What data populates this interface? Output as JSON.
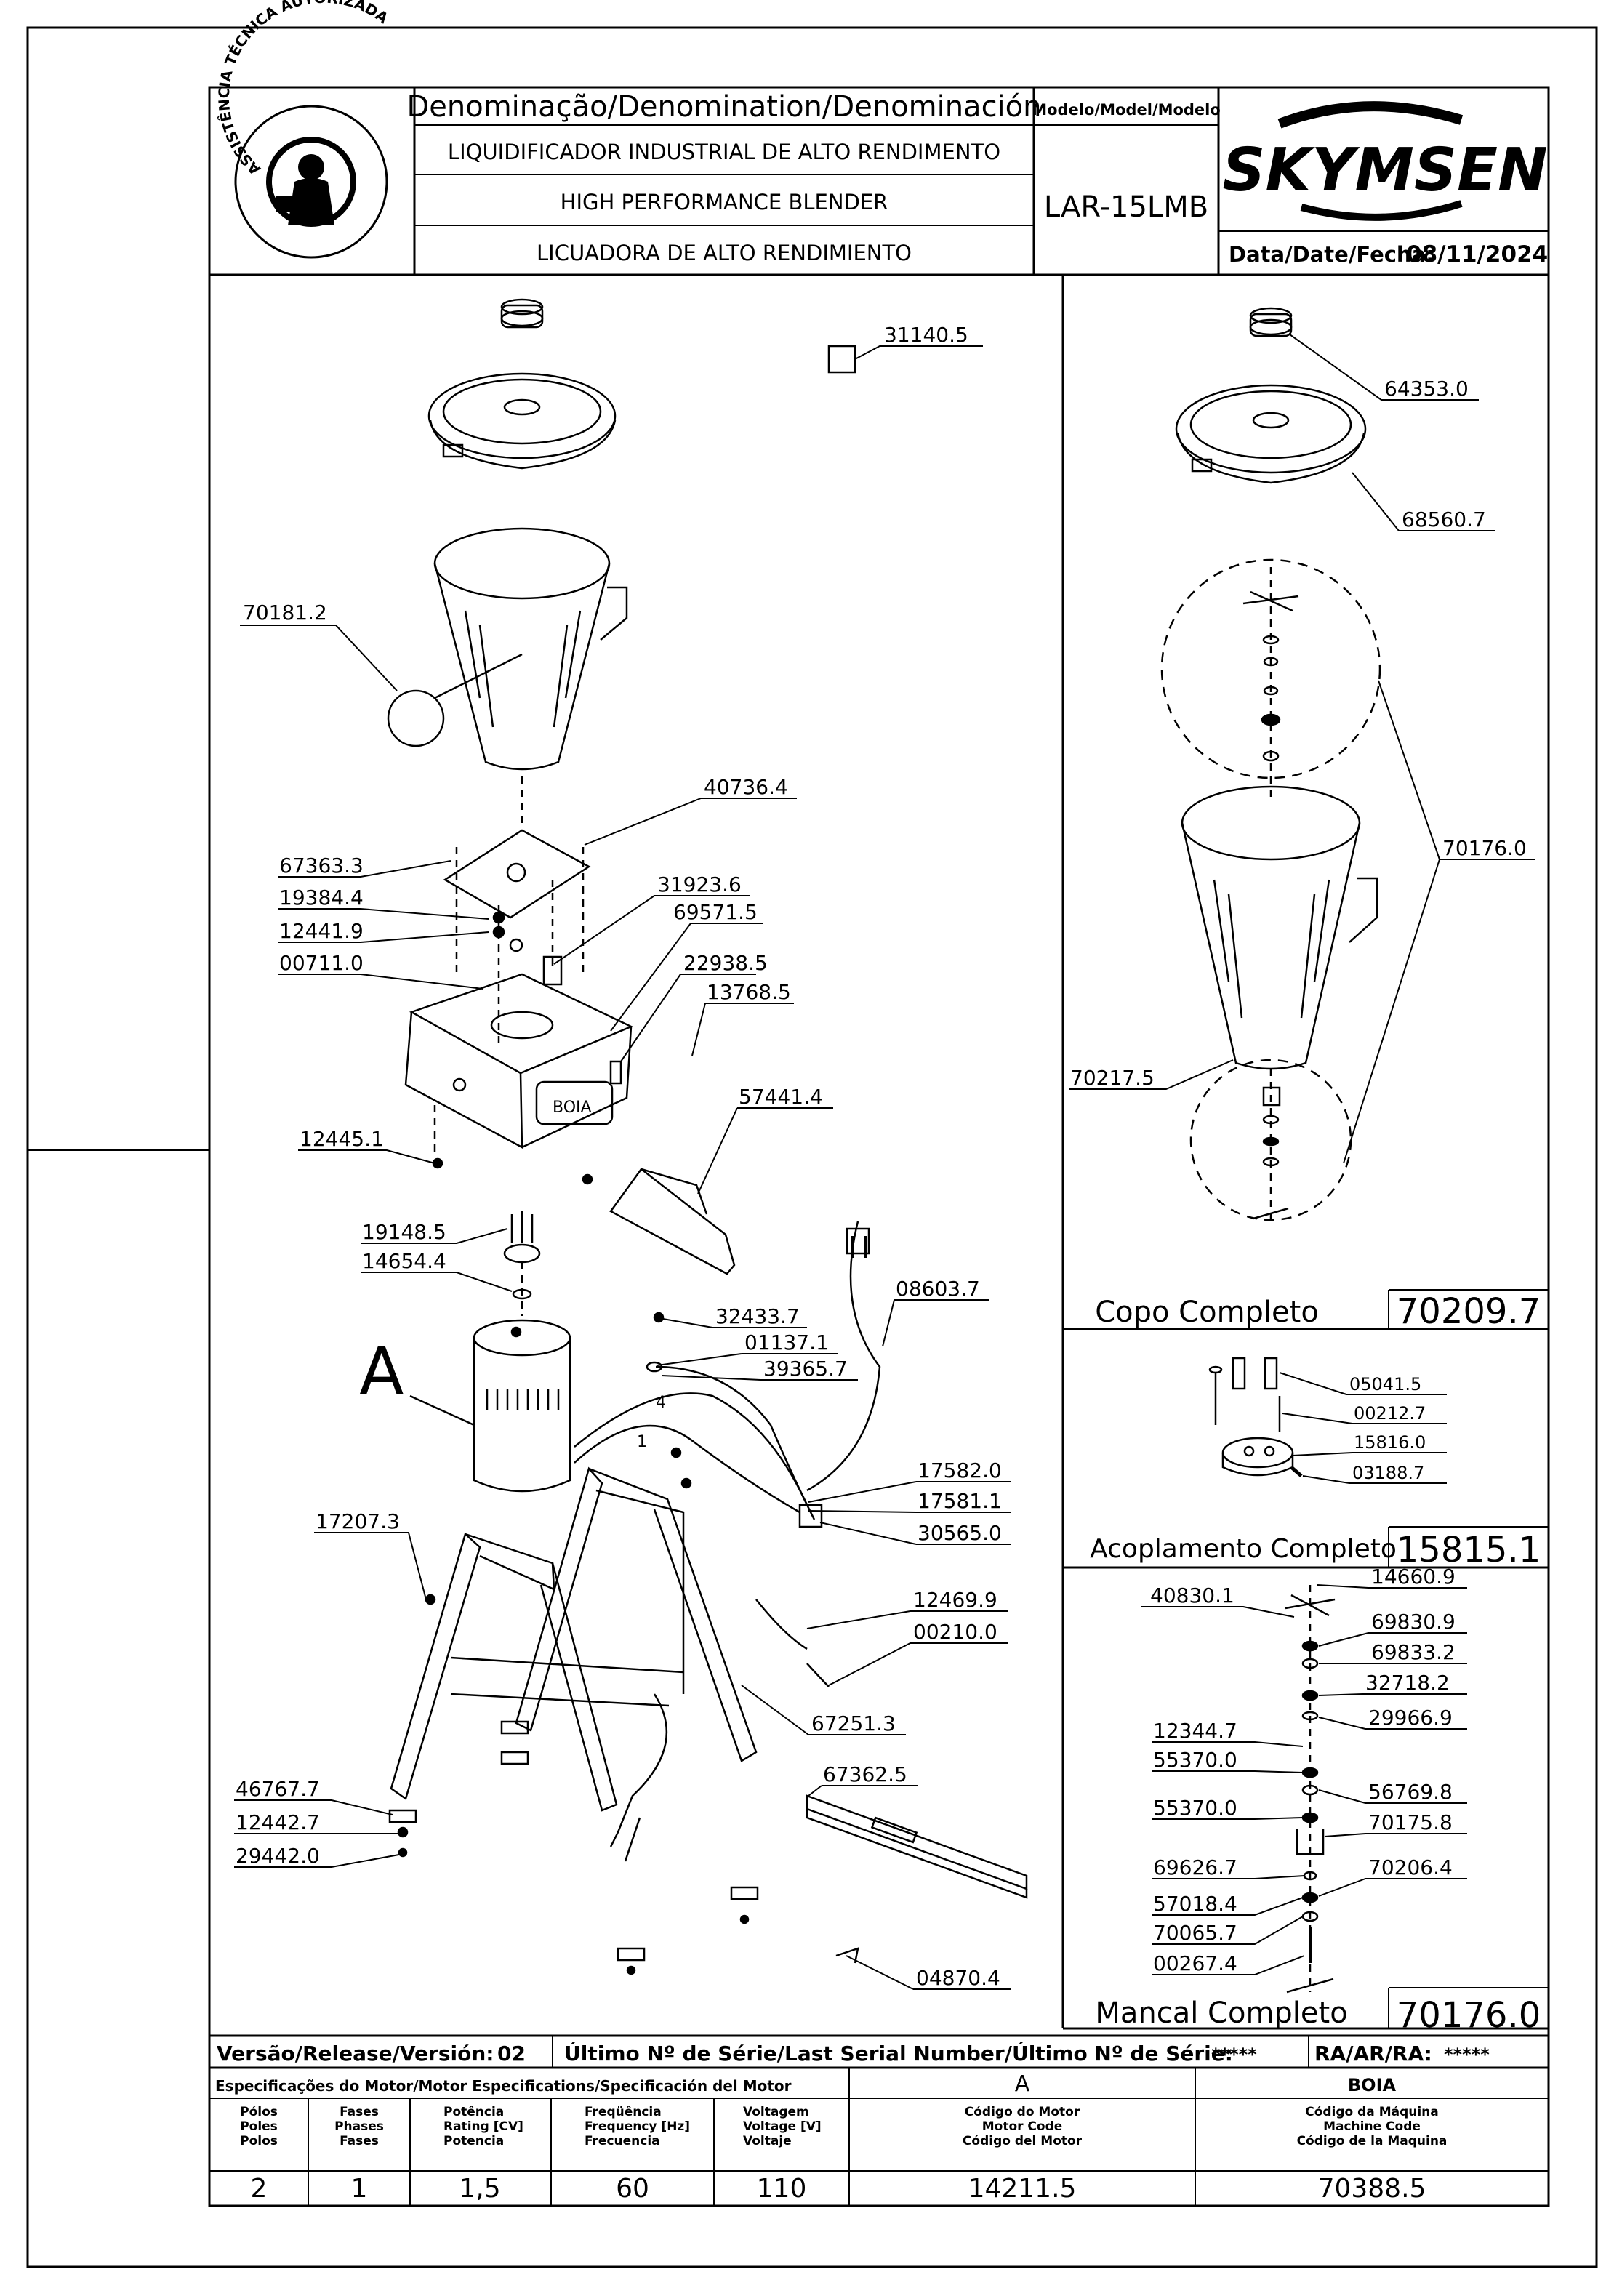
{
  "header": {
    "denomination_label": "Denominação/Denomination/Denominación",
    "name_pt": "LIQUIDIFICADOR INDUSTRIAL DE ALTO RENDIMENTO",
    "name_en": "HIGH PERFORMANCE BLENDER",
    "name_es": "LICUADORA DE ALTO RENDIMIENTO",
    "model_label": "Modelo/Model/Modelo",
    "model_value": "LAR-15LMB",
    "brand": "SKYMSEN",
    "date_label": "Data/Date/Fecha:",
    "date_value": "08/11/2024",
    "seal_text": "ASSISTÊNCIA TÉCNICA AUTORIZADA"
  },
  "parts": {
    "p31140": "31140.5",
    "p70181": "70181.2",
    "p40736": "40736.4",
    "p67363": "67363.3",
    "p19384": "19384.4",
    "p12441": "12441.9",
    "p00711": "00711.0",
    "p31923": "31923.6",
    "p69571": "69571.5",
    "p22938": "22938.5",
    "p13768": "13768.5",
    "p12445": "12445.1",
    "p57441": "57441.4",
    "p19148": "19148.5",
    "p14654": "14654.4",
    "labelA": "A",
    "p08603": "08603.7",
    "p32433": "32433.7",
    "p01137": "01137.1",
    "p39365": "39365.7",
    "p17582": "17582.0",
    "p17581": "17581.1",
    "p30565": "30565.0",
    "p17207": "17207.3",
    "p12469": "12469.9",
    "p00210": "00210.0",
    "p67251": "67251.3",
    "p67362": "67362.5",
    "p46767": "46767.7",
    "p12442": "12442.7",
    "p29442": "29442.0",
    "p04870": "04870.4",
    "label4": "4",
    "label1": "1",
    "badge": "BOIA"
  },
  "copo": {
    "p64353": "64353.0",
    "p68560": "68560.7",
    "p70176": "70176.0",
    "p70217": "70217.5",
    "title": "Copo Completo",
    "code": "70209.7"
  },
  "acoplamento": {
    "p05041": "05041.5",
    "p00212": "00212.7",
    "p15816": "15816.0",
    "p03188": "03188.7",
    "title": "Acoplamento Completo",
    "code": "15815.1"
  },
  "mancal": {
    "p40830": "40830.1",
    "p14660": "14660.9",
    "p69830": "69830.9",
    "p69833": "69833.2",
    "p32718": "32718.2",
    "p29966": "29966.9",
    "p12344": "12344.7",
    "p55370a": "55370.0",
    "p56769": "56769.8",
    "p55370b": "55370.0",
    "p70175": "70175.8",
    "p69626": "69626.7",
    "p70206": "70206.4",
    "p57018": "57018.4",
    "p70065": "70065.7",
    "p00267": "00267.4",
    "title": "Mancal Completo",
    "code": "70176.0"
  },
  "footer": {
    "release_label": "Versão/Release/Versión:",
    "release_value": "02",
    "serial_label": "Último Nº de Série/Last Serial Number/Último Nº de Série:",
    "serial_value": "*****",
    "ra_label": "RA/AR/RA:",
    "ra_value": "*****",
    "motor_spec_label": "Especificações do Motor/Motor Especifications/Specificación del Motor",
    "col_a": "A",
    "col_boia": "BOIA",
    "h_poles": [
      "Pólos",
      "Poles",
      "Polos"
    ],
    "h_phases": [
      "Fases",
      "Phases",
      "Fases"
    ],
    "h_rating": [
      "Potência",
      "Rating [CV]",
      "Potencia"
    ],
    "h_freq": [
      "Freqüência",
      "Frequency [Hz]",
      "Frecuencia"
    ],
    "h_volt": [
      "Voltagem",
      "Voltage [V]",
      "Voltaje"
    ],
    "h_motor": [
      "Código do Motor",
      "Motor Code",
      "Código del Motor"
    ],
    "h_machine": [
      "Código da Máquina",
      "Machine Code",
      "Código de la Maquina"
    ],
    "v_poles": "2",
    "v_phases": "1",
    "v_rating": "1,5",
    "v_freq": "60",
    "v_volt": "110",
    "v_motor": "14211.5",
    "v_machine": "70388.5"
  }
}
